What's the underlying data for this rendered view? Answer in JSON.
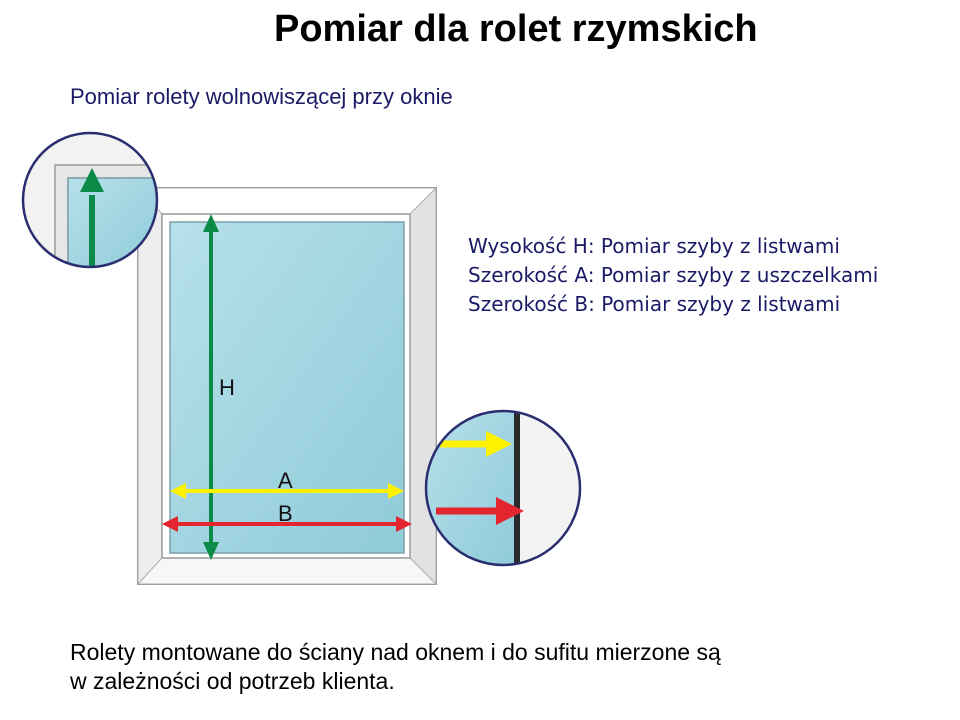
{
  "header": {
    "title": "Pomiar dla rolet rzymskich",
    "subtitle": "Pomiar rolety wolnowiszącej przy oknie"
  },
  "legend": {
    "lines": [
      "Wysokość H: Pomiar szyby z listwami",
      "Szerokość A: Pomiar szyby z uszczelkami",
      "Szerokość B: Pomiar szyby z listwami"
    ]
  },
  "diagram": {
    "label_h": "H",
    "label_a": "A",
    "label_b": "B",
    "colors": {
      "glass": "#a9d8e4",
      "height_arrow": "#0c8a47",
      "width_a_arrow": "#fff200",
      "width_b_arrow": "#e3262e",
      "circle_border": "#2a2e70"
    }
  },
  "footer": {
    "lines": [
      "Rolety montowane do ściany nad oknem i do sufitu mierzone są",
      "w zależności od potrzeb klienta."
    ]
  }
}
